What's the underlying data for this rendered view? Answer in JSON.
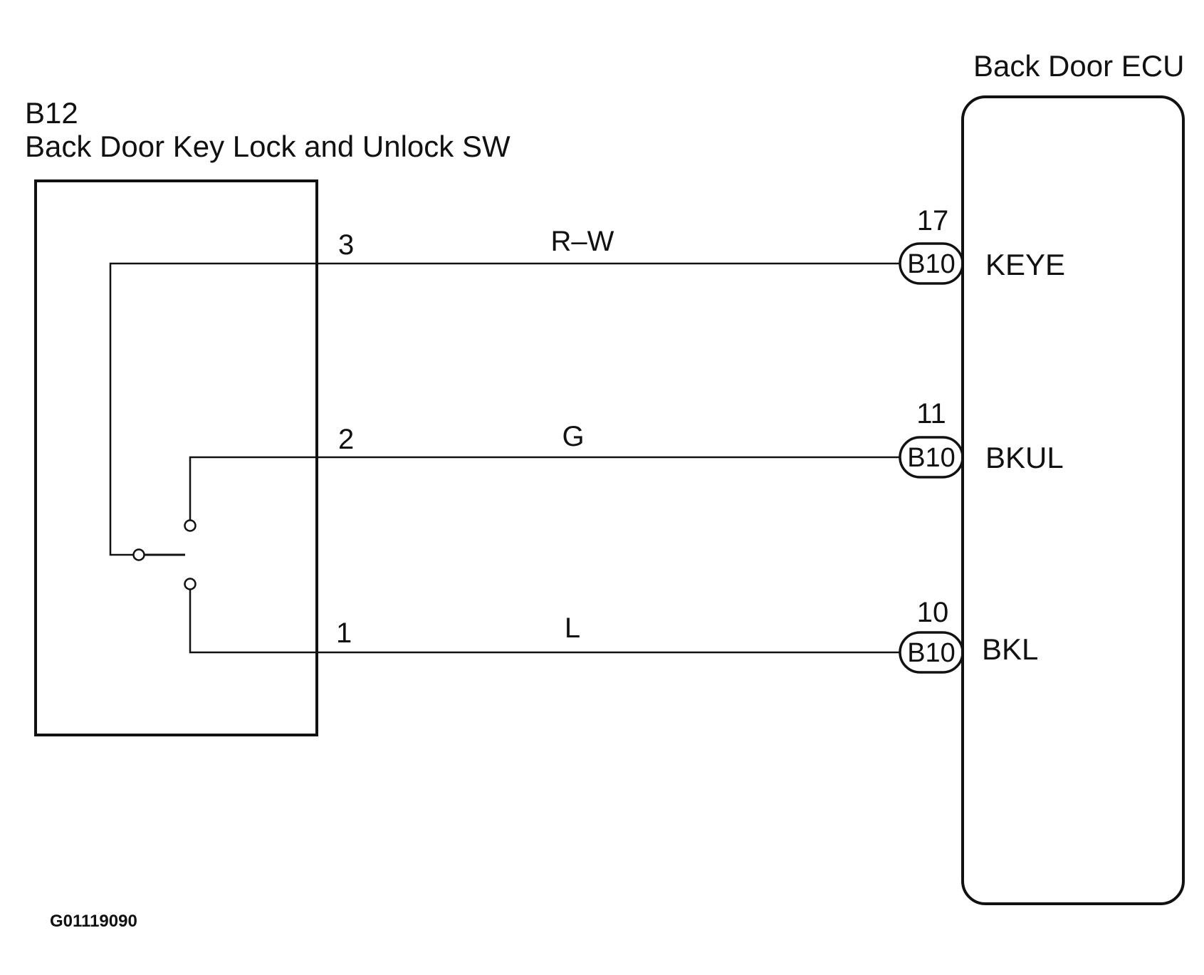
{
  "switch": {
    "code": "B12",
    "name": "Back Door Key Lock and Unlock SW"
  },
  "ecu": {
    "name": "Back Door ECU"
  },
  "wires": [
    {
      "pin": "3",
      "color": "R–W",
      "ecu_pin": "17",
      "connector": "B10",
      "terminal": "KEYE"
    },
    {
      "pin": "2",
      "color": "G",
      "ecu_pin": "11",
      "connector": "B10",
      "terminal": "BKUL"
    },
    {
      "pin": "1",
      "color": "L",
      "ecu_pin": "10",
      "connector": "B10",
      "terminal": "BKL"
    }
  ],
  "figure_code": "G01119090"
}
